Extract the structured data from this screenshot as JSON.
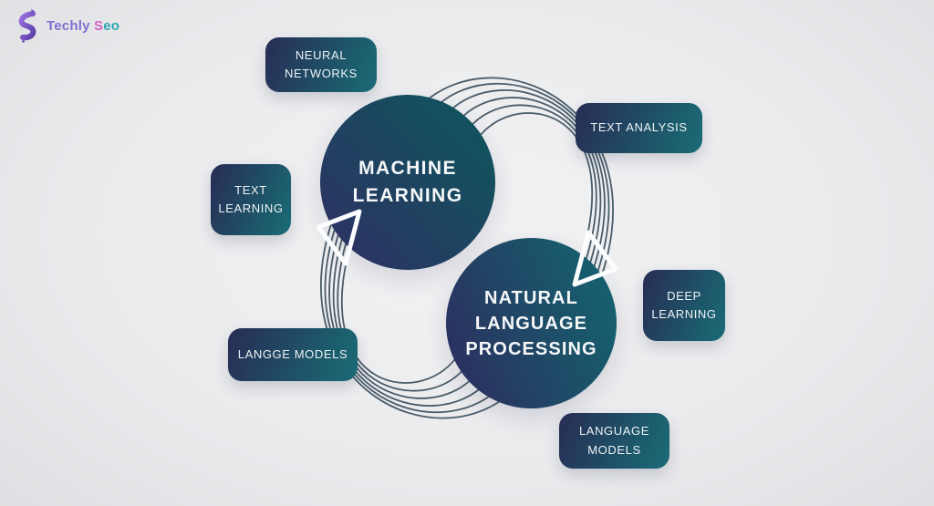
{
  "logo": {
    "part_techly": "Techly",
    "part_s": "S",
    "part_e": "e",
    "part_o": "o",
    "icon": "purple-brush-s-icon",
    "colors": {
      "techly": "#7d6fd0",
      "s": "#d862c6",
      "eo": "#2ba8b0",
      "icon": "#7b52c8"
    }
  },
  "diagram": {
    "title_implied": "Machine Learning and Natural Language Processing cycle",
    "circles": {
      "machine_learning": {
        "label": "MACHINE\nLEARNING"
      },
      "nlp": {
        "label": "NATURAL\nLANGUAGE\nPROCESSING"
      }
    },
    "nodes": {
      "neural_networks": {
        "label": "NEURAL\nNETWORKS"
      },
      "text_analysis": {
        "label": "TEXT ANALYSIS"
      },
      "text_learning": {
        "label": "TEXT\nLEARNING"
      },
      "deep_learning": {
        "label": "DEEP\nLEARNING"
      },
      "langge_models": {
        "label": "LANGGE MODELS"
      },
      "language_models": {
        "label": "LANGUAGE\nMODELS"
      }
    },
    "colors": {
      "background": "#e9eaec",
      "node_gradient_start": "#282c55",
      "node_gradient_end": "#1d6b78",
      "circle_gradient_start": "#2c3263",
      "circle_gradient_end": "#0f5260",
      "arc_line": "#3b4f5d",
      "label_text": "#f5f7f9",
      "arrow_stroke": "#fbfcfd"
    }
  }
}
